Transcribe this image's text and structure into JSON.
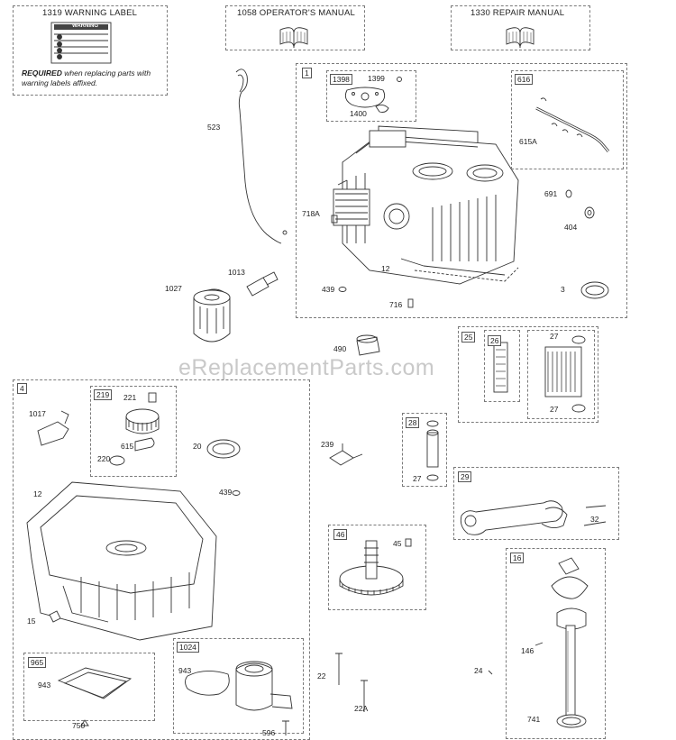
{
  "kits": [
    {
      "number": "1319",
      "name": "WARNING LABEL"
    },
    {
      "number": "1058",
      "name": "OPERATOR'S MANUAL"
    },
    {
      "number": "1330",
      "name": "REPAIR MANUAL"
    }
  ],
  "warning_label_text": "WARNING",
  "required_note": {
    "bold": "REQUIRED",
    "rest": " when replacing parts with warning labels affixed."
  },
  "watermark": "eReplacementParts.com",
  "group_tags": [
    "1",
    "1398",
    "616",
    "25",
    "26",
    "27",
    "4",
    "219",
    "28",
    "29",
    "46",
    "1024",
    "965",
    "16"
  ],
  "part_labels": [
    "1399",
    "1400",
    "615A",
    "523",
    "718A",
    "691",
    "404",
    "12",
    "1013",
    "1027",
    "439",
    "716",
    "3",
    "490",
    "27",
    "1017",
    "221",
    "20",
    "615",
    "220",
    "439",
    "12",
    "239",
    "27",
    "45",
    "32",
    "15",
    "943",
    "943",
    "22",
    "24",
    "146",
    "22A",
    "741",
    "750",
    "596"
  ]
}
